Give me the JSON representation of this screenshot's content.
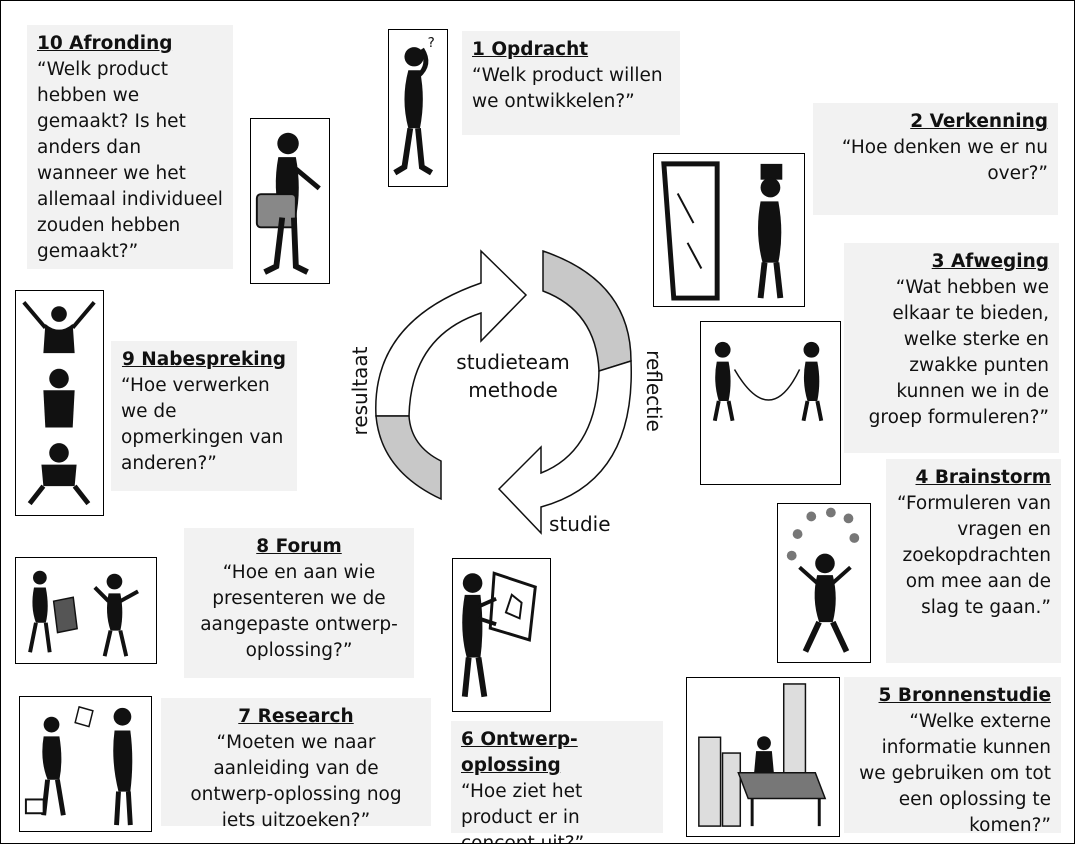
{
  "center": {
    "title_line1": "studieteam",
    "title_line2": "methode",
    "label_left": "resultaat",
    "label_right": "reflectie",
    "label_bottom": "studie"
  },
  "steps": [
    {
      "title": "1 Opdracht",
      "question": "“Welk product willen we ontwikkelen?”"
    },
    {
      "title": "2 Verkenning",
      "question": "“Hoe denken we er nu over?”"
    },
    {
      "title": "3 Afweging",
      "question": "“Wat hebben we elkaar te bieden, welke sterke en zwakke punten kunnen we in de groep formuleren?”"
    },
    {
      "title": "4 Brainstorm",
      "question": "“Formuleren van vragen en zoekopdrachten om mee aan de slag te gaan.”"
    },
    {
      "title": "5 Bronnenstudie",
      "question": "“Welke externe informatie kunnen we gebruiken om tot een oplossing te komen?”"
    },
    {
      "title": "6 Ontwerp-oplossing",
      "question": "“Hoe ziet het product er in concept uit?”"
    },
    {
      "title": "7 Research",
      "question": "“Moeten we naar aanleiding van de ontwerp-oplossing nog iets uitzoeken?”"
    },
    {
      "title": "8 Forum",
      "question": "“Hoe en aan wie presenteren we de aangepaste ontwerp-oplossing?”"
    },
    {
      "title": "9 Nabespreking",
      "question": "“Hoe verwerken we de opmerkingen van anderen?”"
    },
    {
      "title": "10 Afronding",
      "question": "“Welk product hebben we gemaakt? Is het anders dan wanneer we het allemaal individueel zouden hebben gemaakt?”"
    }
  ],
  "colors": {
    "box_bg": "#f2f2f2",
    "arrow_fill": "#c8c8c8",
    "figure": "#111111"
  }
}
